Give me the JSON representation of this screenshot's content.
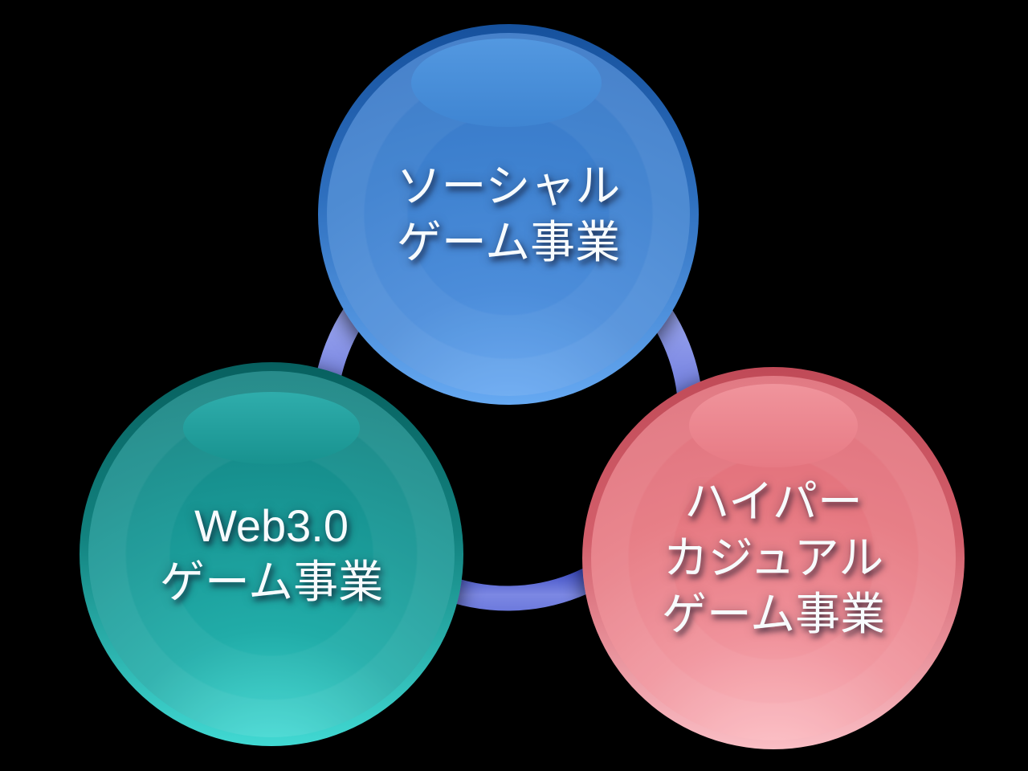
{
  "canvas": {
    "background_color": "#000000",
    "text_color": "#f7fbfd"
  },
  "diagram": {
    "ring": {
      "color_top": "#bdc7f4",
      "color_bottom": "#4150c6"
    },
    "nodes": [
      {
        "id": "social-game-business",
        "position": "top",
        "color": "#3f82d0",
        "lines": [
          "ソーシャル",
          "ゲーム事業"
        ]
      },
      {
        "id": "web3-game-business",
        "position": "bottom-left",
        "color": "#17918f",
        "lines": [
          "Web3.0",
          "ゲーム事業"
        ]
      },
      {
        "id": "hyper-casual-game-business",
        "position": "bottom-right",
        "color": "#e4717b",
        "lines": [
          "ハイパー",
          "カジュアル",
          "ゲーム事業"
        ]
      }
    ]
  }
}
